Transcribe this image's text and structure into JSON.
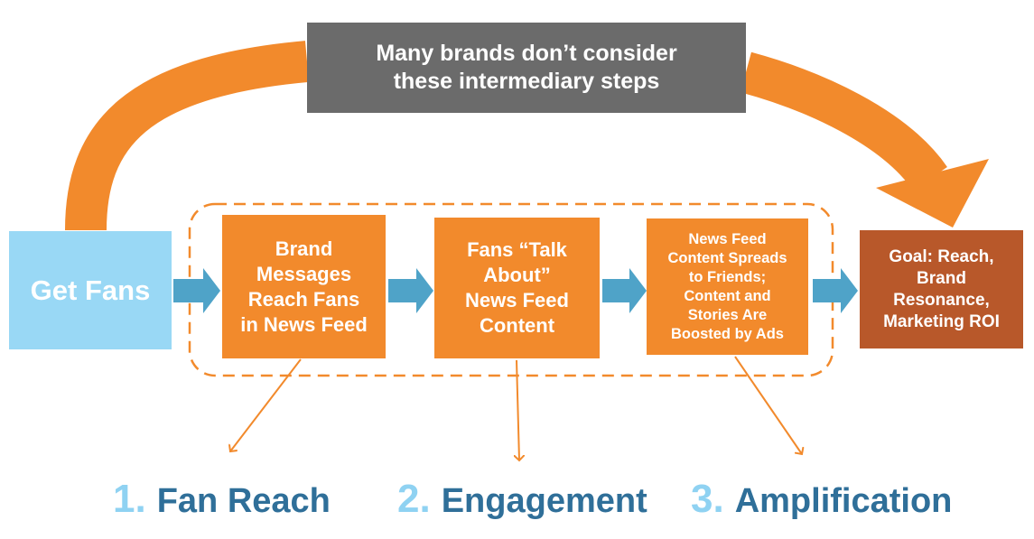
{
  "banner": {
    "text": "Many brands don’t consider\nthese intermediary steps"
  },
  "boxes": {
    "start": "Get Fans",
    "step1": "Brand\nMessages\nReach Fans\nin News Feed",
    "step2": "Fans “Talk\nAbout”\nNews Feed\nContent",
    "step3": "News Feed\nContent Spreads\nto Friends;\nContent and\nStories Are\nBoosted by Ads",
    "goal": "Goal: Reach,\nBrand\nResonance,\nMarketing ROI"
  },
  "labels": [
    {
      "number": "1.",
      "text": "Fan Reach"
    },
    {
      "number": "2.",
      "text": "Engagement"
    },
    {
      "number": "3.",
      "text": "Amplification"
    }
  ],
  "colors": {
    "orange": "#f28a2c",
    "goal": "#b8582a",
    "gray": "#6b6b6b",
    "light_blue": "#99d8f5",
    "arrow_blue": "#4fa3c8",
    "label_blue": "#2f6f99"
  }
}
